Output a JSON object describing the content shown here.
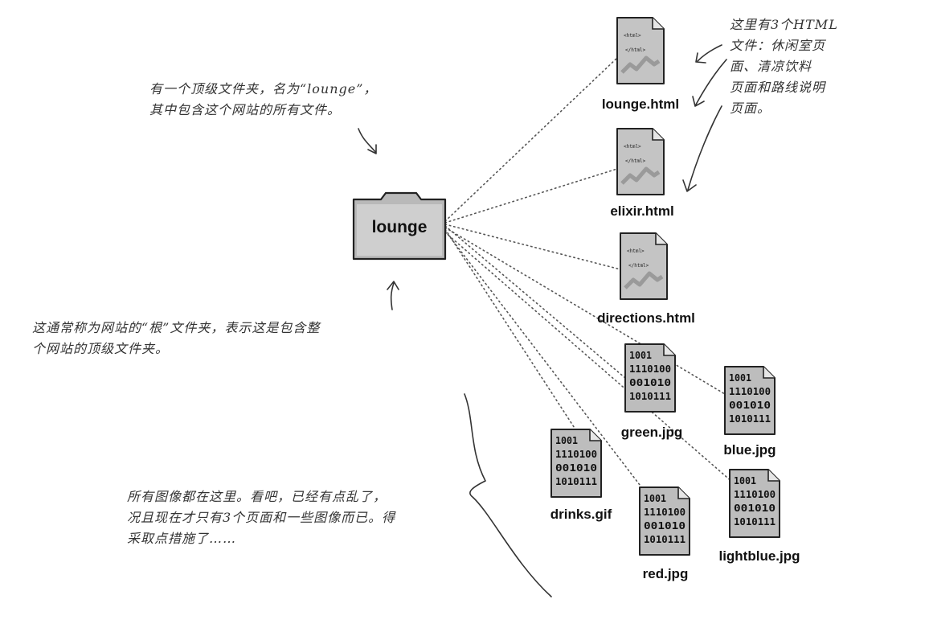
{
  "folder": {
    "name": "lounge"
  },
  "html_files": [
    {
      "name": "lounge.html",
      "tag_open": "<html>",
      "tag_close": "</html>"
    },
    {
      "name": "elixir.html",
      "tag_open": "<html>",
      "tag_close": "</html>"
    },
    {
      "name": "directions.html",
      "tag_open": "<html>",
      "tag_close": "</html>"
    }
  ],
  "image_files": [
    {
      "name": "green.jpg"
    },
    {
      "name": "blue.jpg"
    },
    {
      "name": "drinks.gif"
    },
    {
      "name": "red.jpg"
    },
    {
      "name": "lightblue.jpg"
    }
  ],
  "binary_lines": [
    "1001",
    "1110100",
    "001010",
    "1010111"
  ],
  "annotations": {
    "top_folder": [
      "有一个顶级文件夹，名为“lounge”，",
      "其中包含这个网站的所有文件。"
    ],
    "html_files": [
      "这里有3个HTML",
      "文件：休闲室页",
      "面、清凉饮料",
      "页面和路线说明",
      "页面。"
    ],
    "root": [
      "这通常称为网站的“根”文件夹，表示这是包含整",
      "个网站的顶级文件夹。"
    ],
    "images": [
      "所有图像都在这里。看吧，已经有点乱了，",
      "况且现在才只有3个页面和一些图像而已。得",
      "采取点措施了……"
    ]
  }
}
